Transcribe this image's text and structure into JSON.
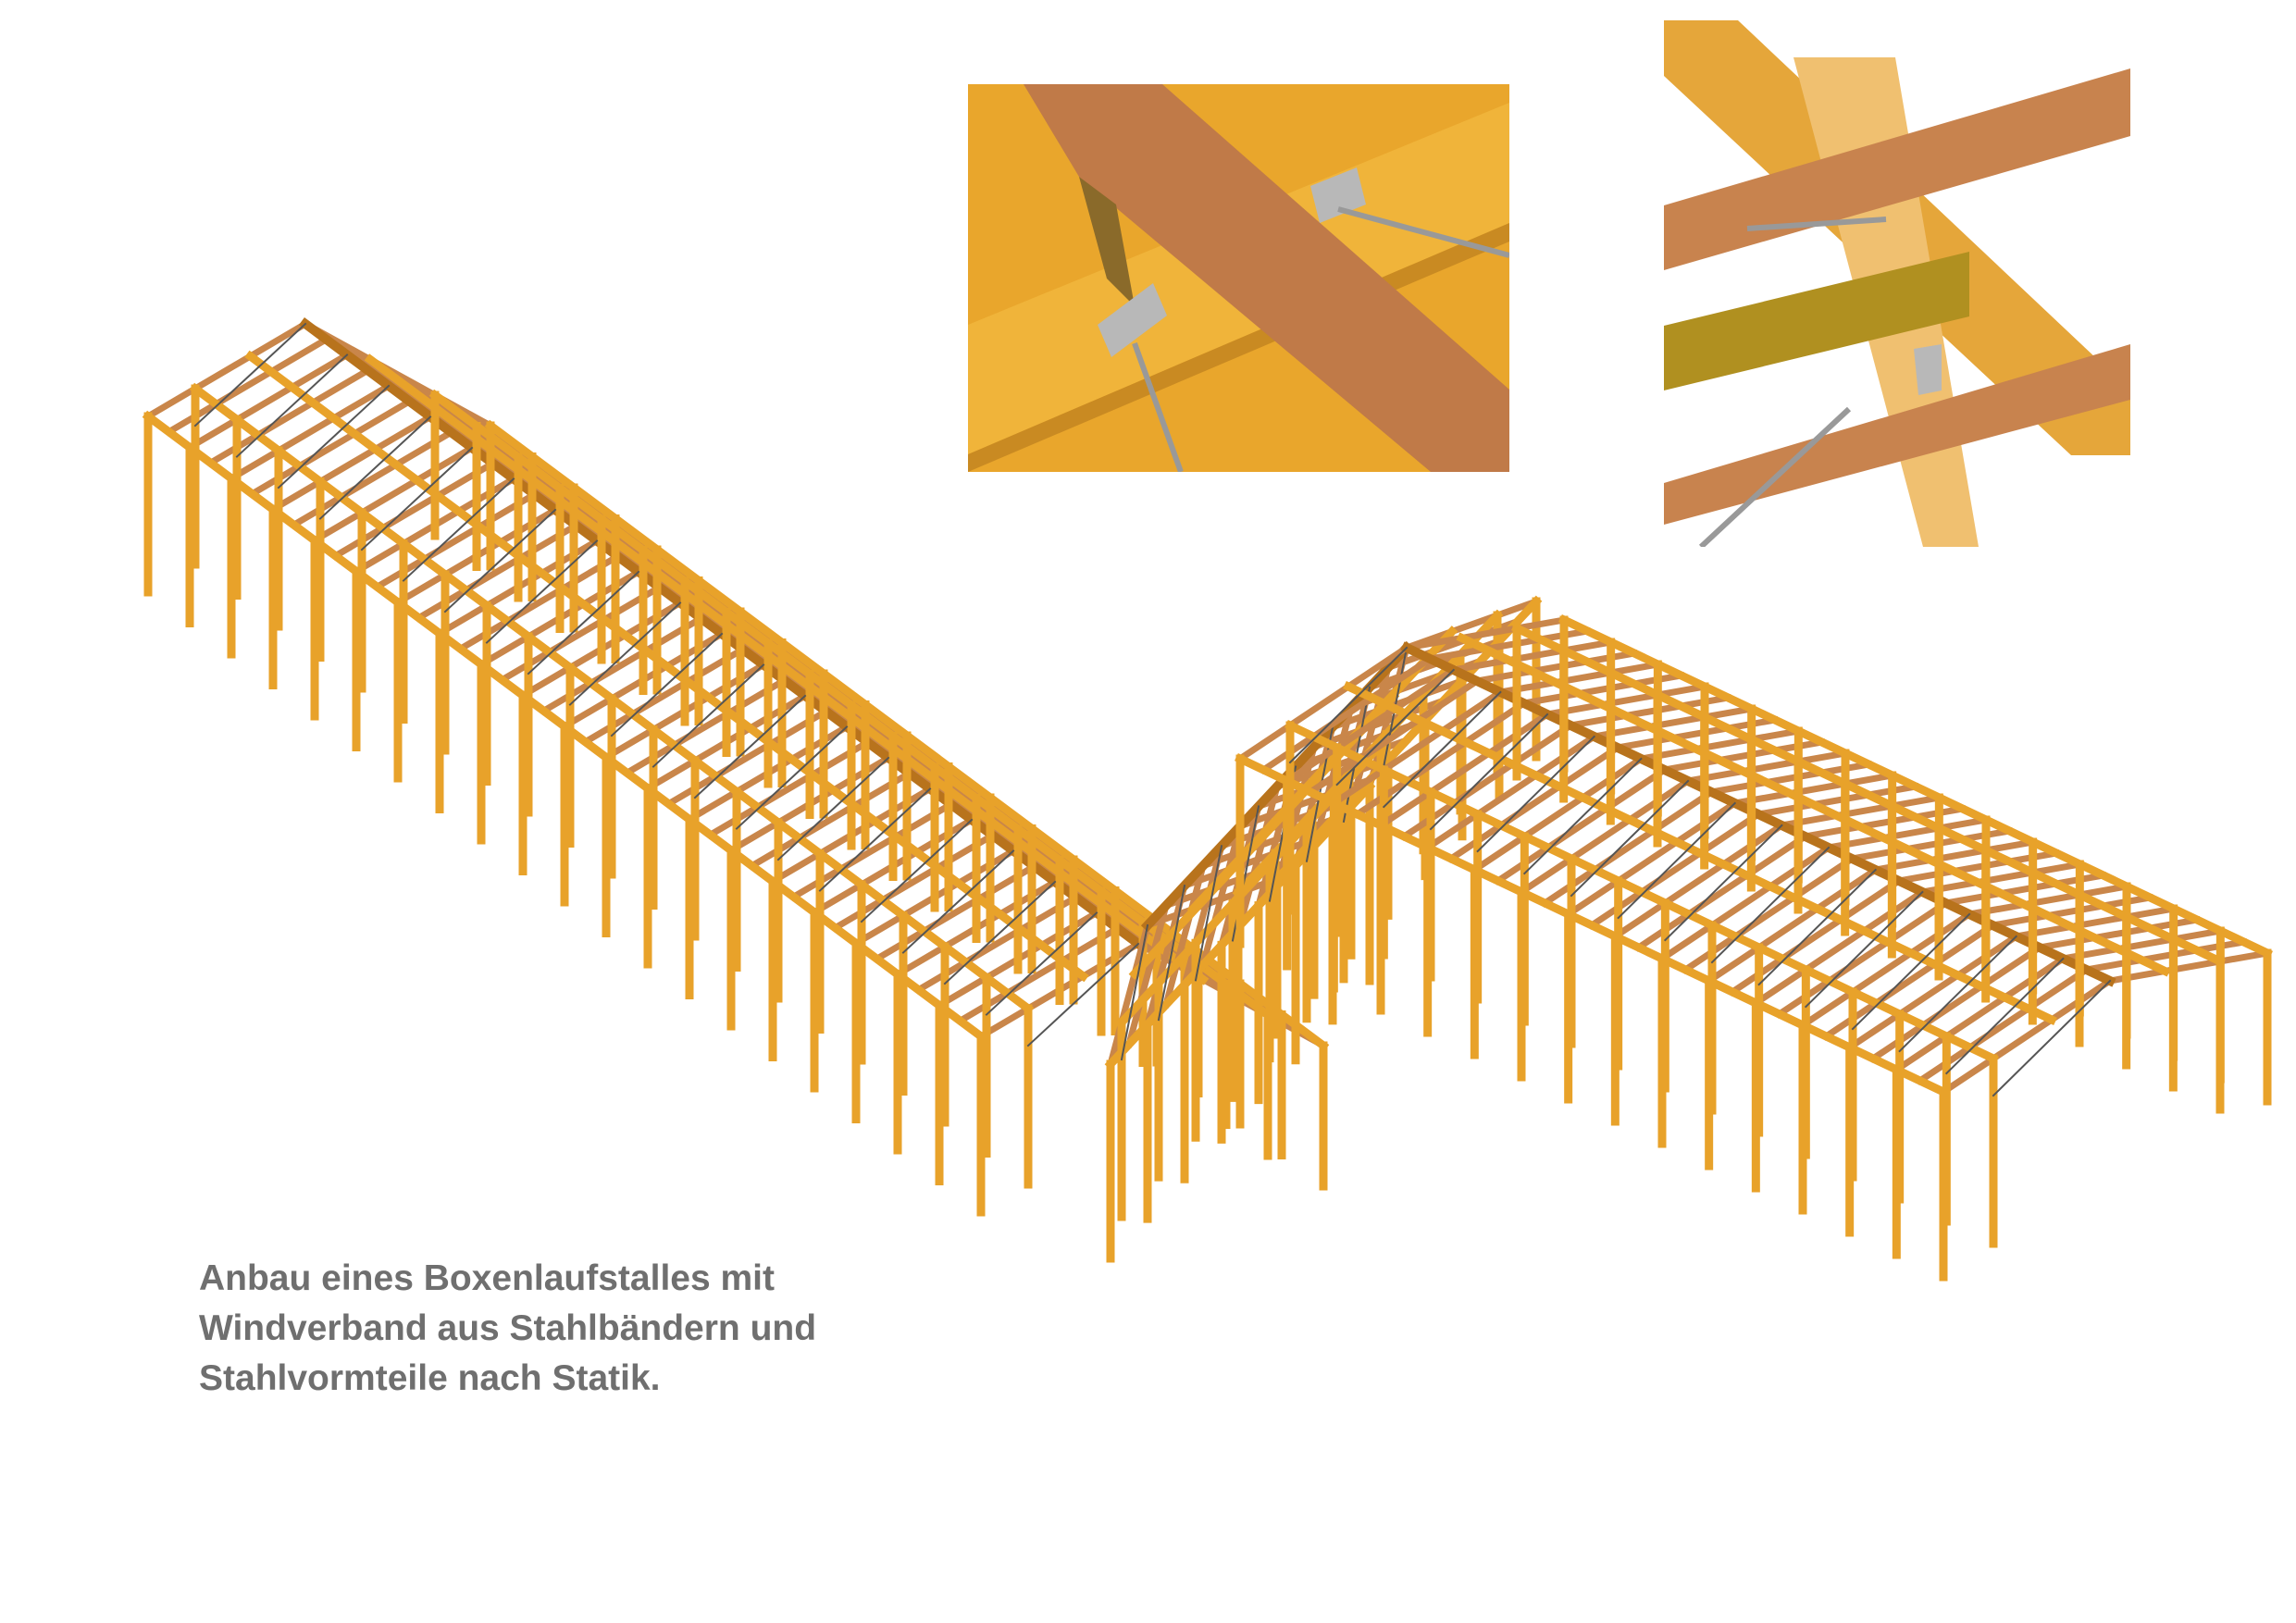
{
  "caption": {
    "lines": [
      "Anbau eines Boxenlaufstalles mit",
      "Windverband aus Stahlbändern und",
      "Stahlvormteile nach Statik."
    ]
  },
  "colors": {
    "timber": "#e8a22a",
    "timber_dark": "#b8731c",
    "rafter_brown": "#c9864a",
    "steel": "#a8a8a8",
    "caption": "#6f6f6f"
  }
}
